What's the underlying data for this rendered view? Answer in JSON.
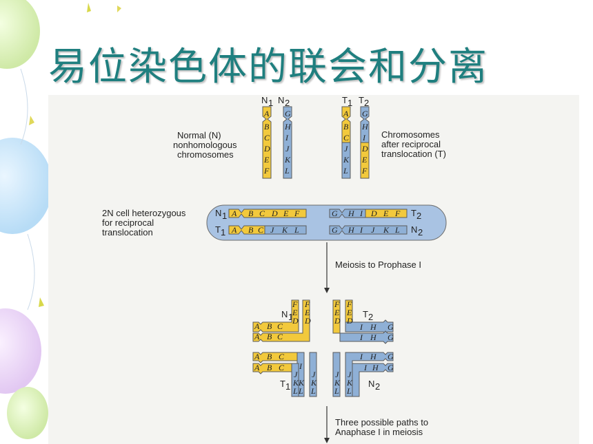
{
  "title": "易位染色体的联会和分离",
  "labels": {
    "N1": "N",
    "N1_sub": "1",
    "N2": "N",
    "N2_sub": "2",
    "T1": "T",
    "T1_sub": "1",
    "T2": "T",
    "T2_sub": "2",
    "normal_1": "Normal (N)",
    "normal_2": "nonhomologous",
    "normal_3": "chromosomes",
    "after_1": "Chromosomes",
    "after_2": "after reciprocal",
    "after_3": "translocation (T)",
    "cell_1": "2N cell heterozygous",
    "cell_2": "for reciprocal",
    "cell_3": "translocation",
    "meiosis": "Meiosis to Prophase I",
    "paths_1": "Three possible paths to",
    "paths_2": "Anaphase I in meiosis"
  },
  "chromosomes": {
    "N1": [
      "A",
      "B",
      "C",
      "D",
      "E",
      "F"
    ],
    "N2": [
      "G",
      "H",
      "I",
      "J",
      "K",
      "L"
    ],
    "T1": [
      "A",
      "B",
      "C",
      "J",
      "K",
      "L"
    ],
    "T2": [
      "G",
      "H",
      "I",
      "D",
      "E",
      "F"
    ]
  },
  "colors": {
    "title": "#1f7f7f",
    "yellow": "#f2c93c",
    "blue": "#8fb0d6",
    "cell": "#a9c3e3",
    "page": "#f4f4f1"
  }
}
